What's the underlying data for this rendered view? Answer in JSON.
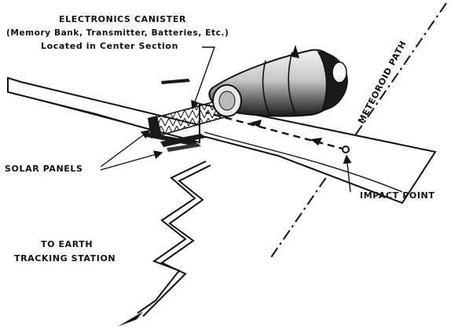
{
  "labels": {
    "canister_title": "ELECTRONICS CANISTER",
    "canister_line2": "(Memory Bank, Transmitter, Batteries, Etc.)",
    "canister_line3": "Located in Center Section",
    "solar_panels": "SOLAR PANELS",
    "impact_point": "IMPACT POINT",
    "meteoroid_path": "METEOROID PATH",
    "earth_line1": "TO EARTH",
    "earth_line2": "TRACKING STATION"
  },
  "colors": {
    "ink": "#111111",
    "panel_fill": "#ffffff",
    "hull_dark": "#1a1a1a",
    "hull_mid": "#9a9a9a",
    "background": "#ffffff"
  }
}
